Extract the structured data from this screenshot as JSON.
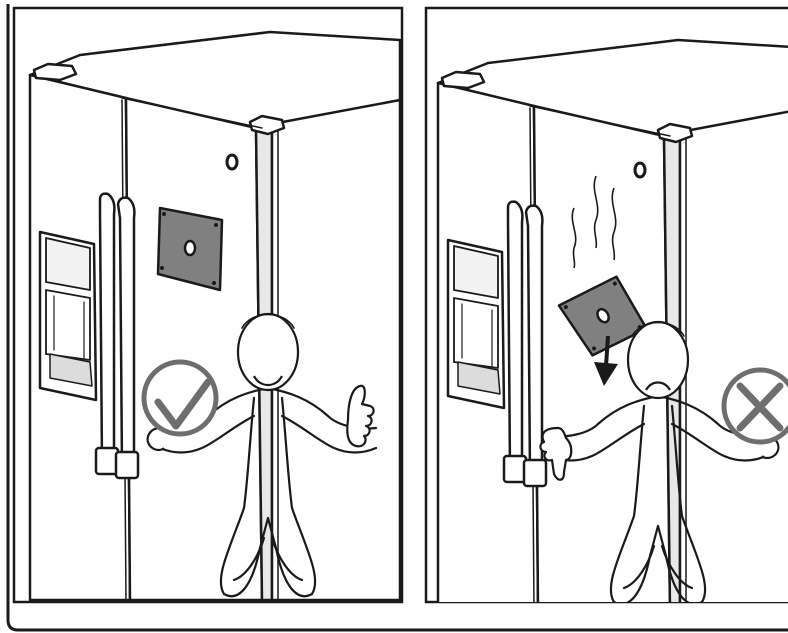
{
  "figure": {
    "panels": [
      {
        "id": "left",
        "result": "correct",
        "result_icon": "check-mark-icon",
        "plate_state": "attached-to-door",
        "person_expression": "smiling",
        "hand_gesture": "thumbs-up"
      },
      {
        "id": "right",
        "result": "incorrect",
        "result_icon": "x-mark-icon",
        "plate_state": "sliding-down-door",
        "person_expression": "frowning",
        "hand_gesture": "thumbs-down"
      }
    ],
    "colors": {
      "line": "#1a1a1a",
      "plate": "#808080",
      "plate_hole": "#ffffff",
      "badge_ring": "#6e6e6e",
      "fridge_fill": "#ffffff"
    }
  }
}
